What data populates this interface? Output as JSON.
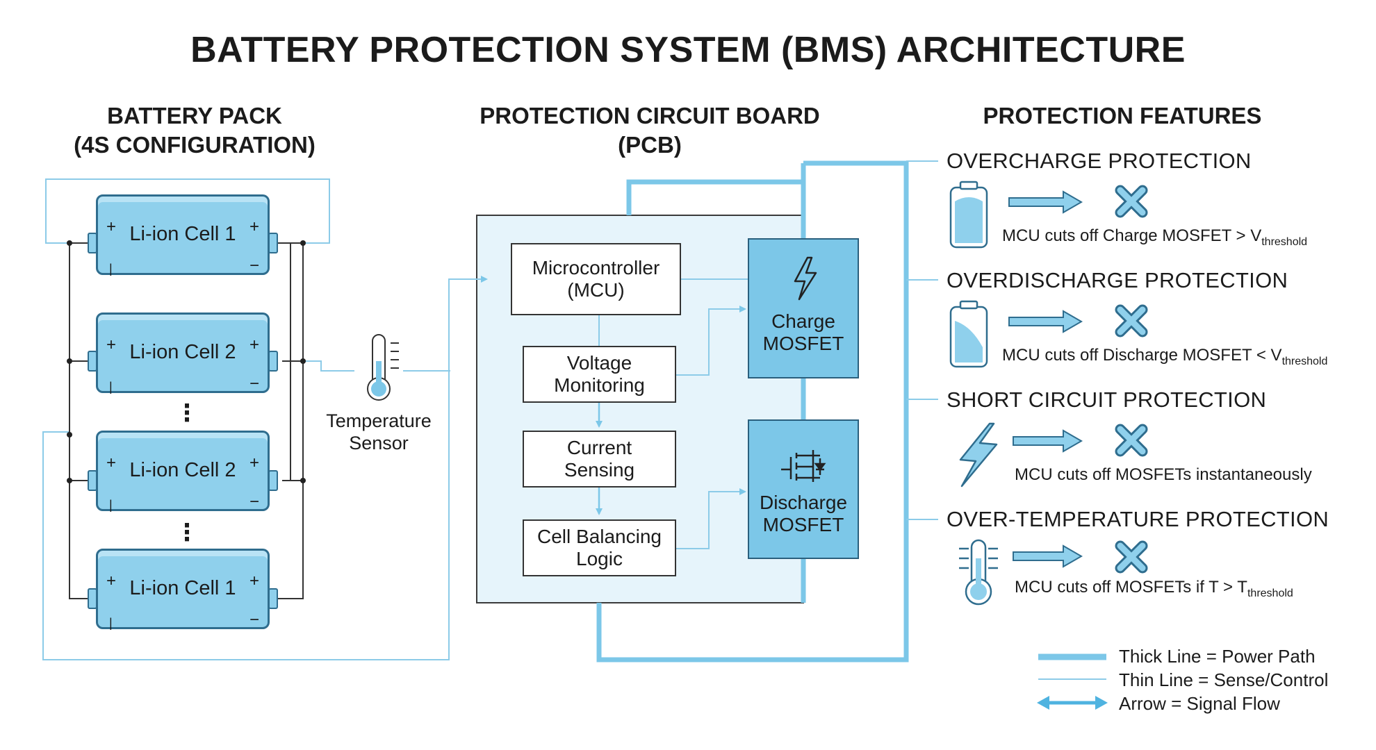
{
  "title": "BATTERY PROTECTION SYSTEM (BMS) ARCHITECTURE",
  "columns": {
    "battery_pack": [
      "BATTERY PACK",
      "(4S CONFIGURATION)"
    ],
    "pcb": [
      "PROTECTION CIRCUIT BOARD",
      "(PCB)"
    ],
    "features": "PROTECTION FEATURES"
  },
  "cells": [
    {
      "label": "Li-ion Cell 1",
      "plus": "+",
      "minus": "−",
      "bar": "|"
    },
    {
      "label": "Li-ion Cell 2",
      "plus": "+",
      "minus": "−",
      "bar": "|"
    },
    {
      "label": "Li-ion Cell 2",
      "plus": "+",
      "minus": "−",
      "bar": "|"
    },
    {
      "label": "Li-ion Cell 1",
      "plus": "+",
      "minus": "−",
      "bar": "|"
    }
  ],
  "ellipsis": "⋮",
  "sensor": {
    "line1": "Temperature",
    "line2": "Sensor"
  },
  "pcb_blocks": {
    "mcu": [
      "Microcontroller",
      "(MCU)"
    ],
    "voltage": [
      "Voltage",
      "Monitoring"
    ],
    "current": [
      "Current",
      "Sensing"
    ],
    "balancing": [
      "Cell Balancing",
      "Logic"
    ],
    "charge_mosfet": [
      "Charge",
      "MOSFET"
    ],
    "discharge_mosfet": [
      "Discharge",
      "MOSFET"
    ]
  },
  "features": [
    {
      "heading": "OVERCHARGE PROTECTION",
      "desc": "MCU cuts off Charge MOSFET > V",
      "sub": "threshold",
      "icon": "battery-full-icon"
    },
    {
      "heading": "OVERDISCHARGE PROTECTION",
      "desc": "MCU cuts off Discharge MOSFET < V",
      "sub": "threshold",
      "icon": "battery-low-icon"
    },
    {
      "heading": "SHORT CIRCUIT PROTECTION",
      "desc": "MCU cuts off MOSFETs instantaneously",
      "sub": "",
      "icon": "lightning-icon"
    },
    {
      "heading": "OVER-TEMPERATURE PROTECTION",
      "desc": "MCU cuts off MOSFETs if T > T",
      "sub": "threshold",
      "icon": "thermometer-icon"
    }
  ],
  "legend": [
    {
      "text": "Thick Line = Power Path"
    },
    {
      "text": "Thin Line = Sense/Control"
    },
    {
      "text": "Arrow = Signal Flow"
    }
  ],
  "colors": {
    "accent": "#7cc7e8",
    "cell_fill": "#8fd0ec",
    "pcb_bg": "#e6f4fb",
    "thin_line": "#8ccbe8",
    "thick_line": "#7cc7e8",
    "cross": "#4fb3e0",
    "outline": "#2f6d8e"
  }
}
